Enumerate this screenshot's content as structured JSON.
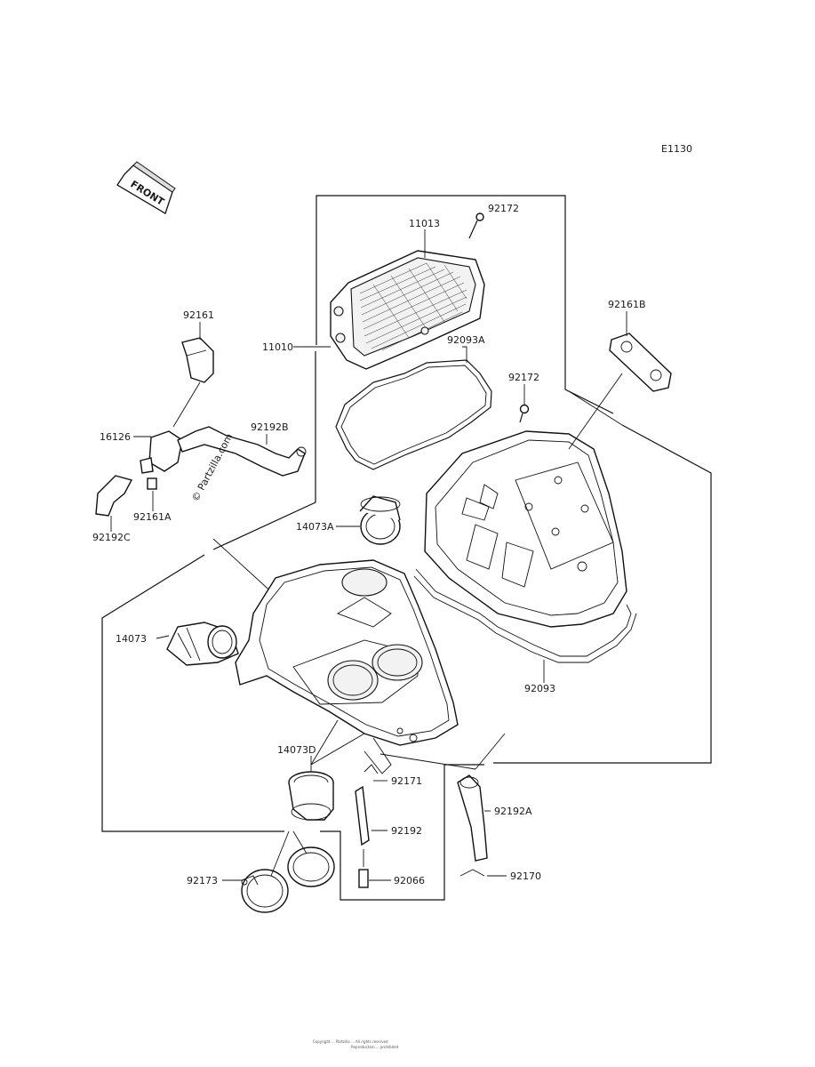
{
  "diagram_code": "E1130",
  "front_label": "FRONT",
  "watermark": "© Partzilla.com",
  "footer_line1": "Copyright ... Partzilla ... All rights reserved",
  "footer_line2": "Reproduction ... prohibited",
  "labels": {
    "p11013": "11013",
    "p92172_top": "92172",
    "p11010": "11010",
    "p92093A": "92093A",
    "p92172_mid": "92172",
    "p92161B": "92161B",
    "p92161": "92161",
    "p16126": "16126",
    "p92192B": "92192B",
    "p92161A": "92161A",
    "p92192C": "92192C",
    "p14073A": "14073A",
    "p14073": "14073",
    "p92093": "92093",
    "p14073D": "14073D",
    "p92171": "92171",
    "p92192": "92192",
    "p92192A": "92192A",
    "p92173": "92173",
    "p92066": "92066",
    "p92170": "92170"
  }
}
